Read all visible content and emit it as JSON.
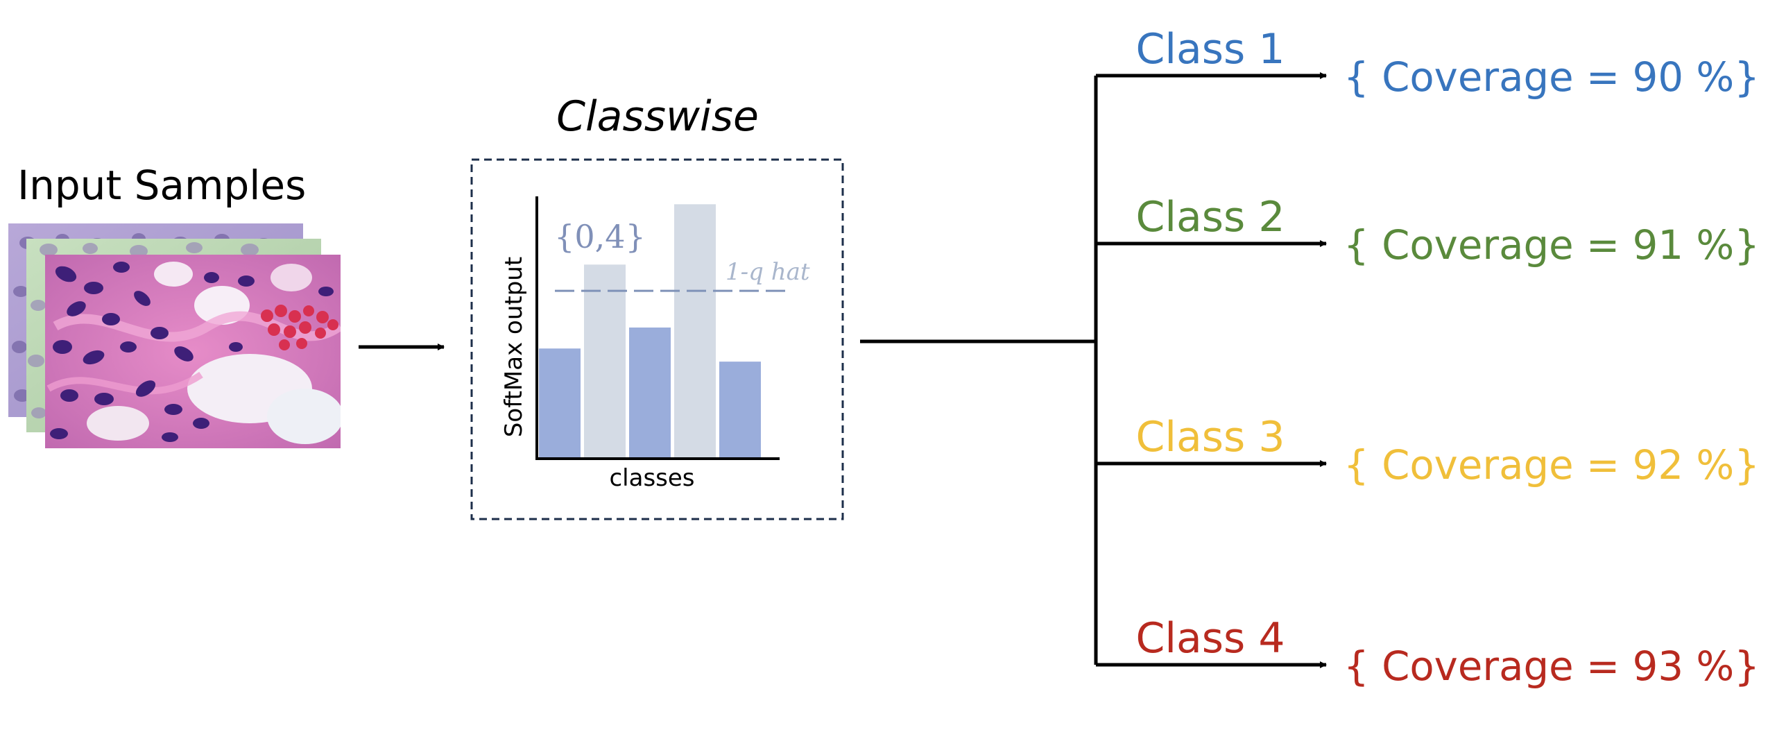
{
  "input": {
    "title": "Input Samples"
  },
  "method": {
    "title": "Classwise"
  },
  "mini_chart": {
    "ylabel": "SoftMax output",
    "xlabel": "classes",
    "selected_set": "{0,4}",
    "threshold_label": "1-q hat",
    "bars": [
      {
        "value": 0.42,
        "selected": true
      },
      {
        "value": 0.74,
        "selected": false
      },
      {
        "value": 0.5,
        "selected": true
      },
      {
        "value": 0.97,
        "selected": false
      },
      {
        "value": 0.37,
        "selected": true
      }
    ],
    "threshold": 0.64,
    "selected_color": "#9aaddb",
    "unselected_color": "#d4dbe5"
  },
  "classes": [
    {
      "name": "Class 1",
      "coverage": "{ Coverage = 90 %}",
      "color": "#3875be"
    },
    {
      "name": "Class 2",
      "coverage": "{ Coverage = 91 %}",
      "color": "#5a8a3c"
    },
    {
      "name": "Class 3",
      "coverage": "{ Coverage = 92 %}",
      "color": "#f0bf3a"
    },
    {
      "name": "Class 4",
      "coverage": "{ Coverage = 93 %}",
      "color": "#b82a1f"
    }
  ]
}
